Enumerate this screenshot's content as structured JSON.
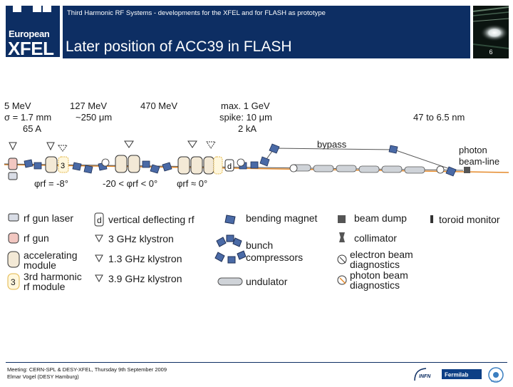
{
  "header": {
    "logo_line1": "European",
    "logo_line2": "XFEL",
    "subtitle": "Third Harmonic RF Systems - developments for the XFEL and for FLASH as prototype",
    "title": "Later position of ACC39 in FLASH",
    "page_number": "6"
  },
  "diagram": {
    "annotations": {
      "a1": "5 MeV",
      "a2": "σ = 1.7 mm",
      "a3": "65 A",
      "a4": "127 MeV",
      "a5": "~250 μm",
      "a6": "470 MeV",
      "a7": "max. 1 GeV",
      "a8": "spike: 10 μm",
      "a9": "2 kA",
      "a10": "47 to 6.5 nm",
      "bypass": "bypass",
      "photon1": "photon",
      "photon2": "beam-line",
      "phi1": "φrf = -8°",
      "phi2": "-20 < φrf < 0°",
      "phi3": "φrf ≈ 0°",
      "mod3": "3",
      "defl": "d"
    },
    "legend": {
      "rf_gun_laser": "rf gun laser",
      "rf_gun": "rf gun",
      "acc1": "accelerating",
      "acc2": "module",
      "harm1": "3rd harmonic",
      "harm2": "rf module",
      "harm_badge": "3",
      "vdefl": "vertical deflecting rf",
      "vdefl_badge": "d",
      "k3ghz": "3 GHz klystron",
      "k13ghz": "1.3 GHz klystron",
      "k39ghz": "3.9 GHz klystron",
      "bend": "bending magnet",
      "bunch1": "bunch",
      "bunch2": "compressors",
      "undulator": "undulator",
      "dump": "beam dump",
      "collimator": "collimator",
      "ebeam1": "electron beam",
      "ebeam2": "diagnostics",
      "pbeam1": "photon beam",
      "pbeam2": "diagnostics",
      "toroid": "toroid monitor"
    }
  },
  "footer": {
    "line1": "Meeting: CERN-SPL & DESY-XFEL, Thursday 9th September 2009",
    "line2": "Elmar Vogel (DESY Hamburg)",
    "logo1": "INFN",
    "logo2": "Fermilab",
    "logo3": "DESY"
  },
  "colors": {
    "header_blue": "#0d2e63",
    "module_fill": "#f3e9d6",
    "gun_fill": "#f2c7c1",
    "magnet_blue": "#4a6aa6",
    "undulator_fill": "#cfd3d8",
    "beam_orange": "#e58a2b",
    "harmonic_yellow": "#e2b648"
  }
}
